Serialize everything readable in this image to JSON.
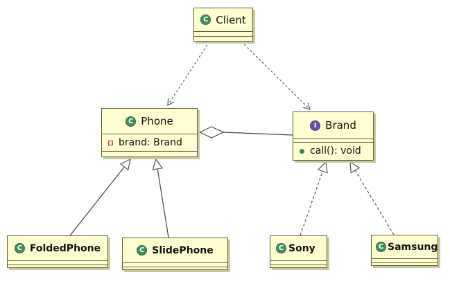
{
  "colors": {
    "box_fill": "#fefed0",
    "box_border": "#5e5e34",
    "class_icon": "#3f8f5a",
    "interface_icon": "#6b4fa8",
    "line": "#555555"
  },
  "nodes": {
    "client": {
      "icon": "C",
      "name": "Client"
    },
    "phone": {
      "icon": "C",
      "name": "Phone",
      "fields": [
        "brand: Brand"
      ]
    },
    "brand": {
      "icon": "I",
      "name": "Brand",
      "methods": [
        "call(): void"
      ]
    },
    "folded": {
      "icon": "C",
      "name": "FoldedPhone"
    },
    "slide": {
      "icon": "C",
      "name": "SlidePhone"
    },
    "sony": {
      "icon": "C",
      "name": "Sony"
    },
    "samsung": {
      "icon": "C",
      "name": "Samsung"
    }
  },
  "relations": [
    {
      "from": "Client",
      "to": "Phone",
      "type": "dependency"
    },
    {
      "from": "Client",
      "to": "Brand",
      "type": "dependency"
    },
    {
      "from": "Phone",
      "to": "Brand",
      "type": "aggregation"
    },
    {
      "from": "FoldedPhone",
      "to": "Phone",
      "type": "generalization"
    },
    {
      "from": "SlidePhone",
      "to": "Phone",
      "type": "generalization"
    },
    {
      "from": "Sony",
      "to": "Brand",
      "type": "realization"
    },
    {
      "from": "Samsung",
      "to": "Brand",
      "type": "realization"
    }
  ]
}
